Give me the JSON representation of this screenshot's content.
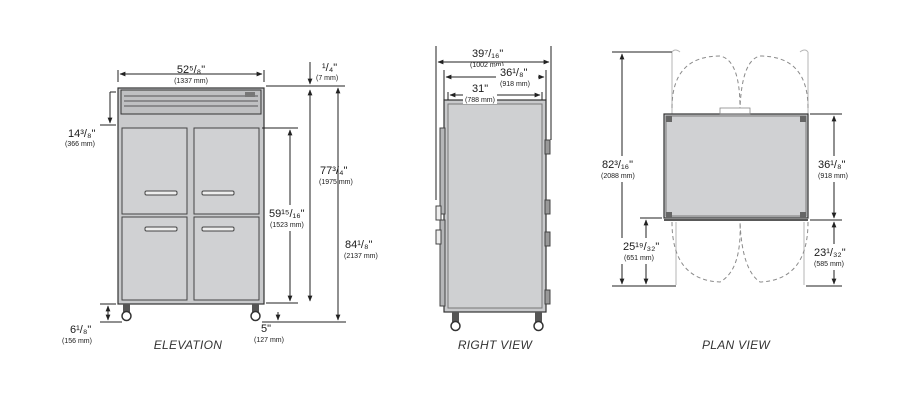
{
  "colors": {
    "cabinet_fill": "#c9cacc",
    "door_fill": "#d0d1d3",
    "outline": "#333333",
    "dimension_line": "#222222",
    "swing_arc": "#8a8a8a"
  },
  "views": {
    "elevation": {
      "caption": "ELEVATION",
      "width_main": "52⁵/₈\"",
      "width_mm": "(1337 mm)",
      "top_offset_main": "¹/₄\"",
      "top_offset_mm": "(7 mm)",
      "door_top_main": "14³/₈\"",
      "door_top_mm": "(366 mm)",
      "cabinet_height_main": "77³/₄\"",
      "cabinet_height_mm": "(1975 mm)",
      "door_height_main": "59¹⁵/₁₆\"",
      "door_height_mm": "(1523 mm)",
      "overall_height_main": "84¹/₈\"",
      "overall_height_mm": "(2137 mm)",
      "leg_height_main": "6¹/₈\"",
      "leg_height_mm": "(156 mm)",
      "caster_main": "5\"",
      "caster_mm": "(127 mm)"
    },
    "right_view": {
      "caption": "RIGHT VIEW",
      "overall_depth_main": "39⁷/₁₆\"",
      "overall_depth_mm": "(1002 mm)",
      "cabinet_depth_main": "36¹/₈\"",
      "cabinet_depth_mm": "(918 mm)",
      "body_depth_main": "31\"",
      "body_depth_mm": "(788 mm)"
    },
    "plan_view": {
      "caption": "PLAN VIEW",
      "total_depth_main": "82³/₁₆\"",
      "total_depth_mm": "(2088 mm)",
      "cabinet_depth_main": "36¹/₈\"",
      "cabinet_depth_mm": "(918 mm)",
      "door_swing_left_main": "25¹⁹/₃₂\"",
      "door_swing_left_mm": "(651 mm)",
      "door_swing_right_main": "23¹/₃₂\"",
      "door_swing_right_mm": "(585 mm)"
    }
  }
}
